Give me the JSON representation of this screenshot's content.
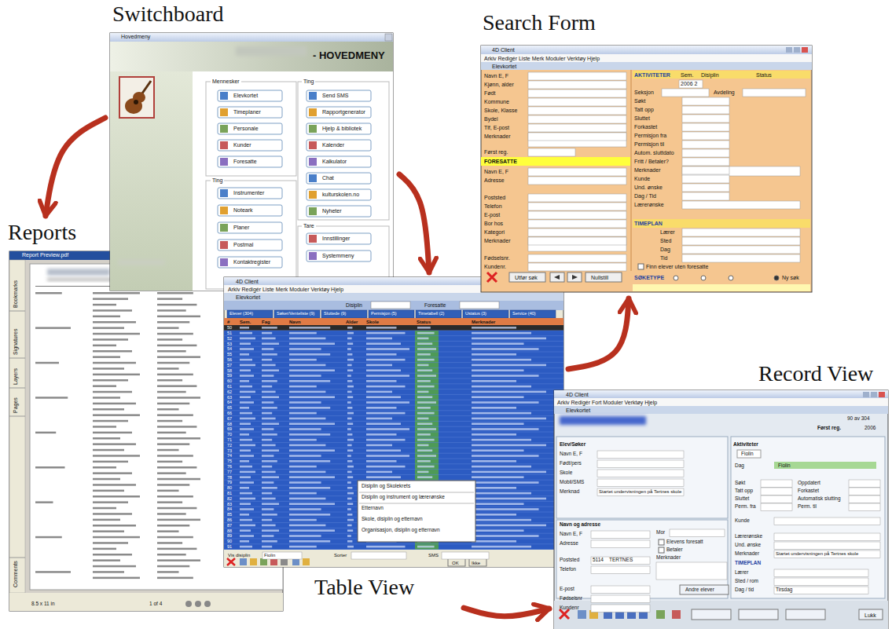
{
  "diagram": {
    "nodes": [
      {
        "text": [
          "Switchboard"
        ]
      },
      {
        "text": [
          "Search Form"
        ]
      },
      {
        "text": [
          "Reports"
        ]
      },
      {
        "text": [
          "Table View"
        ]
      },
      {
        "text": [
          "Record View"
        ]
      }
    ],
    "edges": [
      {
        "from": 0,
        "to": 2,
        "arrow": "to"
      },
      {
        "from": 0,
        "to": 3,
        "arrow": "to"
      },
      {
        "from": 3,
        "to": 1,
        "arrow": "to"
      },
      {
        "from": 3,
        "to": 4,
        "arrow": "to"
      }
    ],
    "labels": [
      "Hovedmeny",
      "- HOVEDMENY",
      "Mennesker",
      "Elevkortet",
      "Timeplaner",
      "Personale",
      "Kunder",
      "Foresatte",
      "Ting",
      "Instrumenter",
      "Noteark",
      "Planer",
      "Postmal",
      "Kontaktregister",
      "Ting",
      "Send SMS",
      "Rapportgenerator",
      "Hjelp & bibliotek",
      "Kalender",
      "Kalkulator",
      "Chat",
      "kulturskolen.no",
      "Nyheter",
      "Tare",
      "Innstillinger",
      "Systemmeny",
      "4D Client",
      "Arkiv Redigér Liste Merk Moduler Verktøy Hjelp",
      "Elevkortet",
      "Navn E, F",
      "Kjønn, alder",
      "Født",
      "Kommune",
      "Skole, Klasse",
      "Bydel",
      "Tlf, E-post",
      "Merknader",
      "Først reg.",
      "FORESATTE",
      "Navn E, F",
      "Adresse",
      "Poststed",
      "Telefon",
      "E-post",
      "Bor hos",
      "Kategori",
      "Merknader",
      "Fødselsnr.",
      "Kundenr.",
      "Utfør søk",
      "Nullstill",
      "AKTIVITETER",
      "Sem.",
      "Disiplin",
      "Status",
      "2006 2",
      "Seksjon",
      "Avdeling",
      "Søkt",
      "Tatt opp",
      "Sluttet",
      "Forkastet",
      "Permisjon fra",
      "Permisjon til",
      "Autom. sluttdato",
      "Fritt / Betaler?",
      "Merknader",
      "Kunde",
      "Und. ønske",
      "Dag / Tid",
      "Lærerønske",
      "TIMEPLAN",
      "Lærer",
      "Sted",
      "Dag",
      "Tid",
      "Finn elever uten foresatte",
      "SØKETYPE",
      "Ny søk",
      "4D Client",
      "Arkiv Redigér Liste Merk Moduler Verktøy Hjelp",
      "Elevkortet",
      "Disiplin",
      "Foresatte",
      "Elever (304)",
      "Søker/Venteliste (9)",
      "Sluttede (9)",
      "Permisjon (5)",
      "Timetabell (2)",
      "Ustatus (3)",
      "Service (40)",
      "#",
      "Sem.",
      "Fag",
      "Navn",
      "Alder",
      "Skole",
      "Status",
      "Merknader",
      "50",
      "51",
      "52",
      "53",
      "54",
      "55",
      "56",
      "57",
      "58",
      "59",
      "60",
      "61",
      "62",
      "63",
      "64",
      "65",
      "66",
      "67",
      "68",
      "69",
      "70",
      "71",
      "72",
      "73",
      "74",
      "75",
      "76",
      "77",
      "78",
      "79",
      "80",
      "81",
      "82",
      "83",
      "84",
      "85",
      "86",
      "87",
      "88",
      "89",
      "90",
      "91",
      "Disiplin og Skolekrets",
      "Disiplin og instrument og lærerønske",
      "Etternavn",
      "Skole, disiplin og etternavn",
      "Organisasjon, disiplin og etternavn",
      "Vis disiplin",
      "Fiolin",
      "Sorter",
      "SMS",
      "OK",
      "Ikke",
      "4D Client",
      "Arkiv Redigér Fort Moduler Verktøy Hjelp",
      "Elevkortet",
      "90 av 304",
      "Først reg.",
      "2006",
      "Elev/Søker",
      "Navn E, F",
      "Født/pers",
      "Skole",
      "Mobil/SMS",
      "Merknad",
      "Startet undervisningen på Tertnes skole",
      "Navn og adresse",
      "Navn E, F",
      "Adresse",
      "Poststed",
      "Telefon",
      "5114",
      "TERTNES",
      "E-post",
      "Fødselsnr",
      "Kundenr",
      "Mor",
      "Elevens foresatt",
      "Betaler",
      "Merknader",
      "Andre elever",
      "Aktiviteter",
      "Fiolin",
      "Dag",
      "Fiolin",
      "Søkt",
      "Tatt opp",
      "Sluttet",
      "Perm. fra",
      "Oppdatert",
      "Forkastet",
      "Automatisk slutting",
      "Perm. til",
      "Kunde",
      "Lærerønske",
      "Und. ønske",
      "Merknader",
      "Startet undervisningen på Tertnes skole",
      "TIMEPLAN",
      "Lærer",
      "Sted / rom",
      "Dag / tid",
      "Tirsdag",
      "Lukk",
      "Report Preview.pdf",
      "Bookmarks",
      "Signatures",
      "Layers",
      "Pages",
      "Comments",
      "8.5 x 11 in",
      "1 of 4"
    ]
  }
}
